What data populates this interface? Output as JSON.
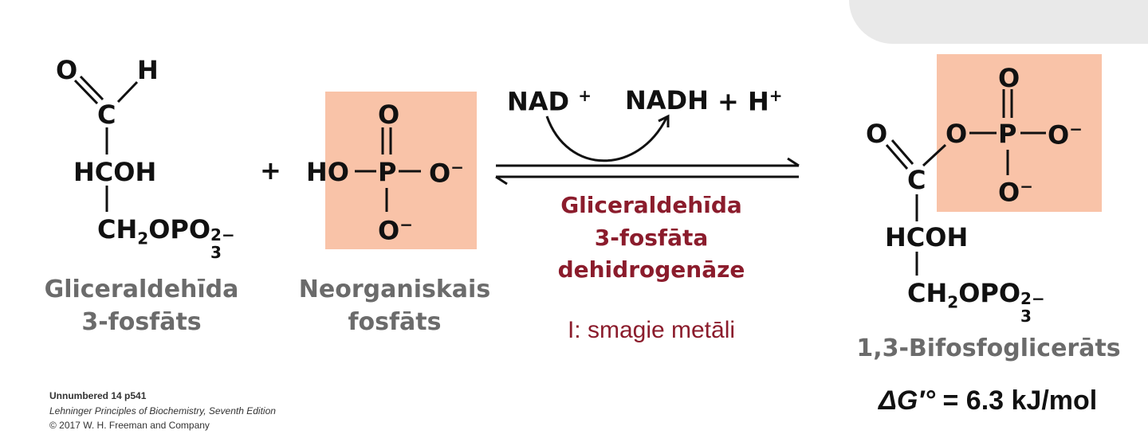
{
  "reactant1": {
    "atoms": {
      "o": "O",
      "h": "H",
      "c": "C",
      "hcoh": "HCOH",
      "ch2": "CH",
      "sub2": "2",
      "opo": "OPO",
      "sup": "2−",
      "sub3": "3"
    },
    "name_line1": "Gliceraldehīda",
    "name_line2": "3-fosfāts"
  },
  "plus": "+",
  "reactant2": {
    "atoms": {
      "o_top": "O",
      "ho": "HO",
      "p": "P",
      "o_right": "O",
      "minus_right": "−",
      "o_bottom": "O",
      "minus_bottom": "−"
    },
    "name_line1": "Neorganiskais",
    "name_line2": "fosfāts"
  },
  "cofactors": {
    "nad": "NAD",
    "nad_charge": "+",
    "nadh": "NADH",
    "plus_h": "+ H",
    "h_charge": "+"
  },
  "enzyme": {
    "line1": "Gliceraldehīda",
    "line2": "3-fosfāta",
    "line3": "dehidrogenāze"
  },
  "inhibitor": "I: smagie metāli",
  "product": {
    "atoms": {
      "o_dbl": "O",
      "o_link": "O",
      "p": "P",
      "o_top": "O",
      "o_right": "O",
      "minus_right": "−",
      "o_bottom": "O",
      "minus_bottom": "−",
      "c": "C",
      "hcoh": "HCOH",
      "ch2": "CH",
      "sub2": "2",
      "opo": "OPO",
      "sup": "2−",
      "sub3": "3"
    },
    "name": "1,3-Bifosfoglicerāts"
  },
  "delta_g": {
    "symbol": "ΔG′°",
    "value": "= 6.3 kJ/mol"
  },
  "credit": {
    "line1": "Unnumbered 14 p541",
    "line2": "Lehninger Principles of Biochemistry, Seventh Edition",
    "line3": "© 2017 W. H. Freeman and Company"
  },
  "colors": {
    "phosphate_box": "#f9c3a8",
    "enzyme_text": "#8b1c2c",
    "name_text": "#6b6b6b"
  }
}
